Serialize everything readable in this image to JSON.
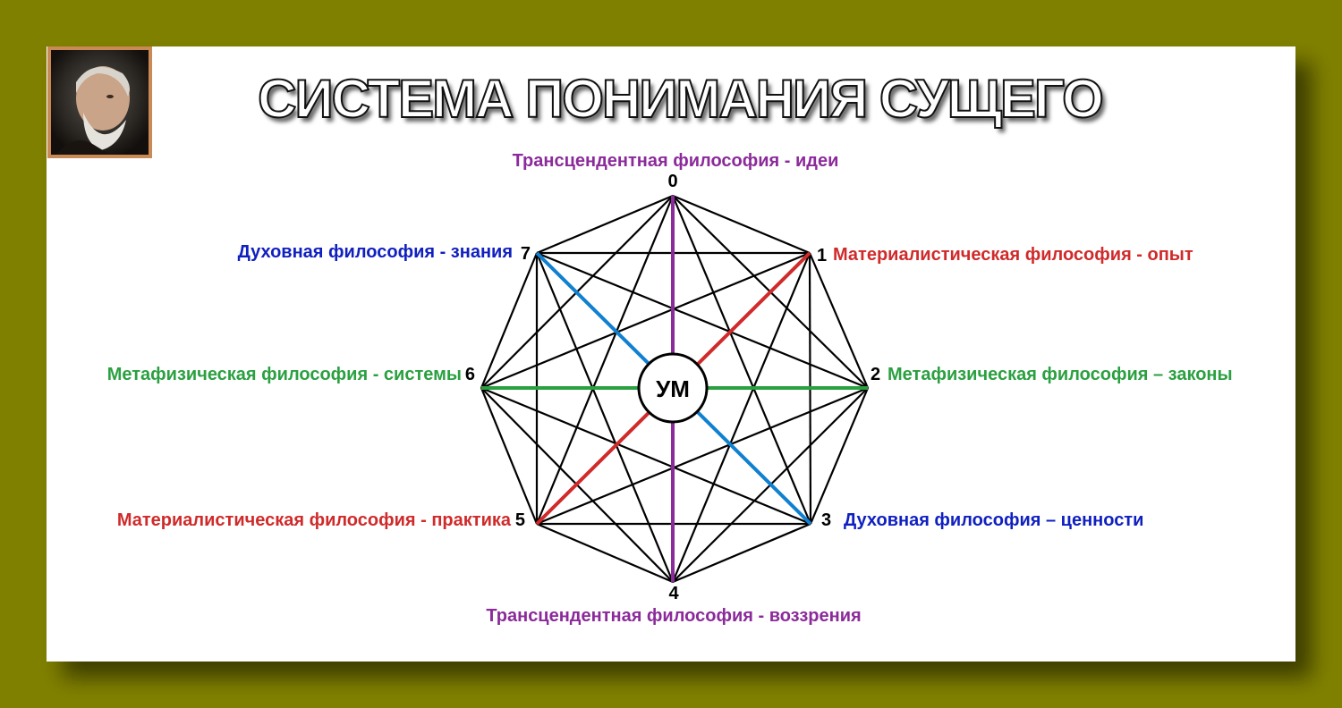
{
  "title": "СИСТЕМА ПОНИМАНИЯ СУЩЕГО",
  "center_label": "УМ",
  "colors": {
    "background": "#808000",
    "purple": "#8B2A9A",
    "red": "#D02A2A",
    "green": "#2AA040",
    "blue": "#1080D0",
    "label_blue": "#1020C0",
    "edges": "#000000"
  },
  "nodes": [
    {
      "number": "0",
      "label": "Трансцендентная философия - идеи",
      "color": "purple"
    },
    {
      "number": "1",
      "label": "Материалистическая философия - опыт",
      "color": "red"
    },
    {
      "number": "2",
      "label": "Метафизическая философия – законы",
      "color": "green"
    },
    {
      "number": "3",
      "label": "Духовная философия – ценности",
      "color": "label_blue"
    },
    {
      "number": "4",
      "label": "Трансцендентная философия - воззрения",
      "color": "purple"
    },
    {
      "number": "5",
      "label": "Материалистическая философия - практика",
      "color": "red"
    },
    {
      "number": "6",
      "label": "Метафизическая философия - системы",
      "color": "green"
    },
    {
      "number": "7",
      "label": "Духовная философия - знания",
      "color": "label_blue"
    }
  ],
  "highlighted_diagonals": [
    {
      "from": "0",
      "to": "4",
      "color": "purple"
    },
    {
      "from": "1",
      "to": "5",
      "color": "red"
    },
    {
      "from": "2",
      "to": "6",
      "color": "green"
    },
    {
      "from": "3",
      "to": "7",
      "color": "blue"
    }
  ]
}
